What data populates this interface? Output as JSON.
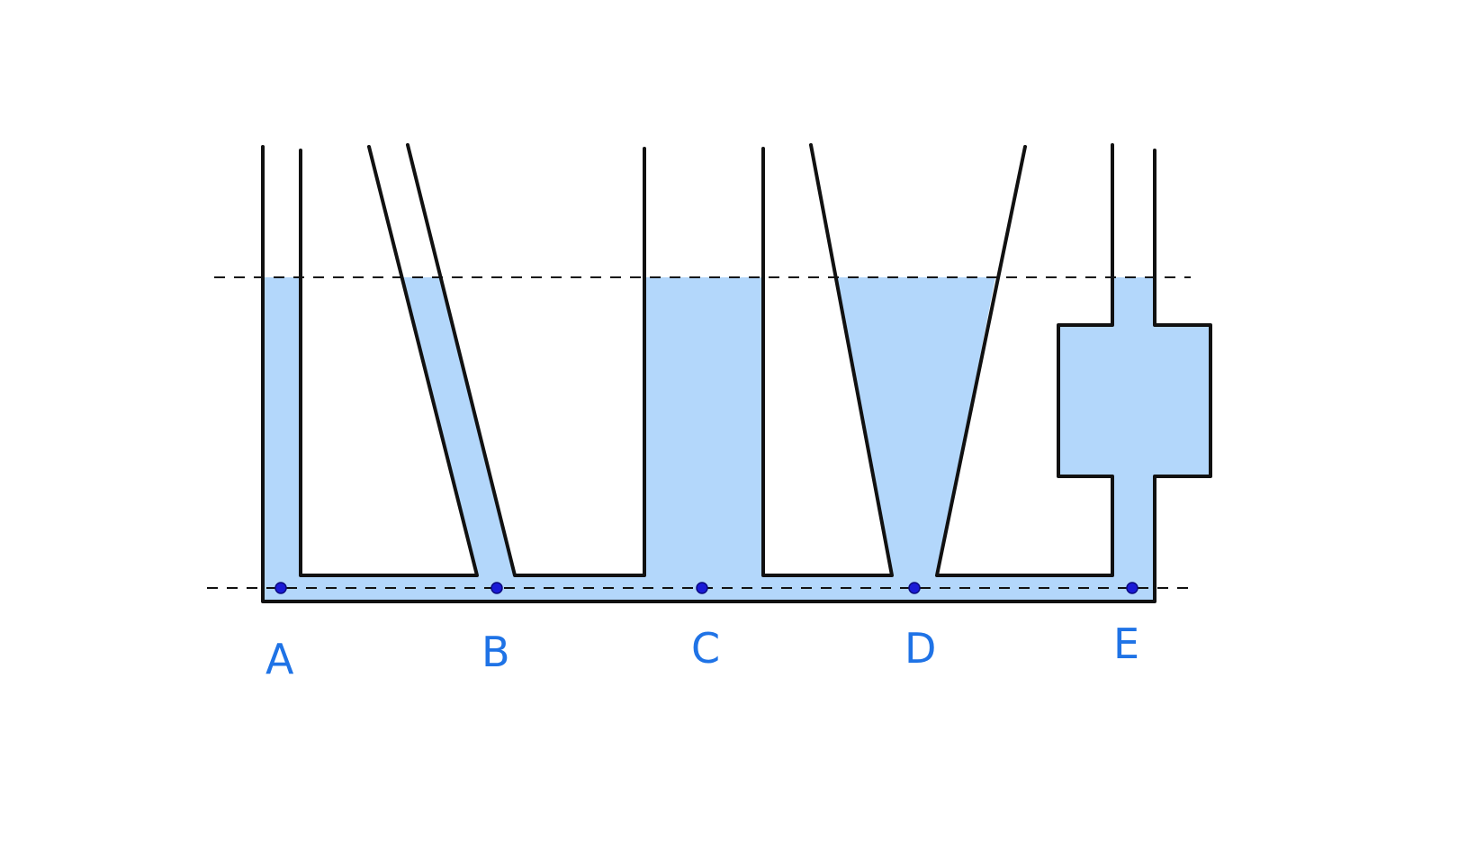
{
  "diagram": {
    "colors": {
      "water": "#b3d7fb",
      "walls": "#111111",
      "points": "#1a1ad6",
      "labels": "#1f73e6"
    },
    "points": [
      {
        "id": "A",
        "label": "A"
      },
      {
        "id": "B",
        "label": "B"
      },
      {
        "id": "C",
        "label": "C"
      },
      {
        "id": "D",
        "label": "D"
      },
      {
        "id": "E",
        "label": "E"
      }
    ]
  }
}
